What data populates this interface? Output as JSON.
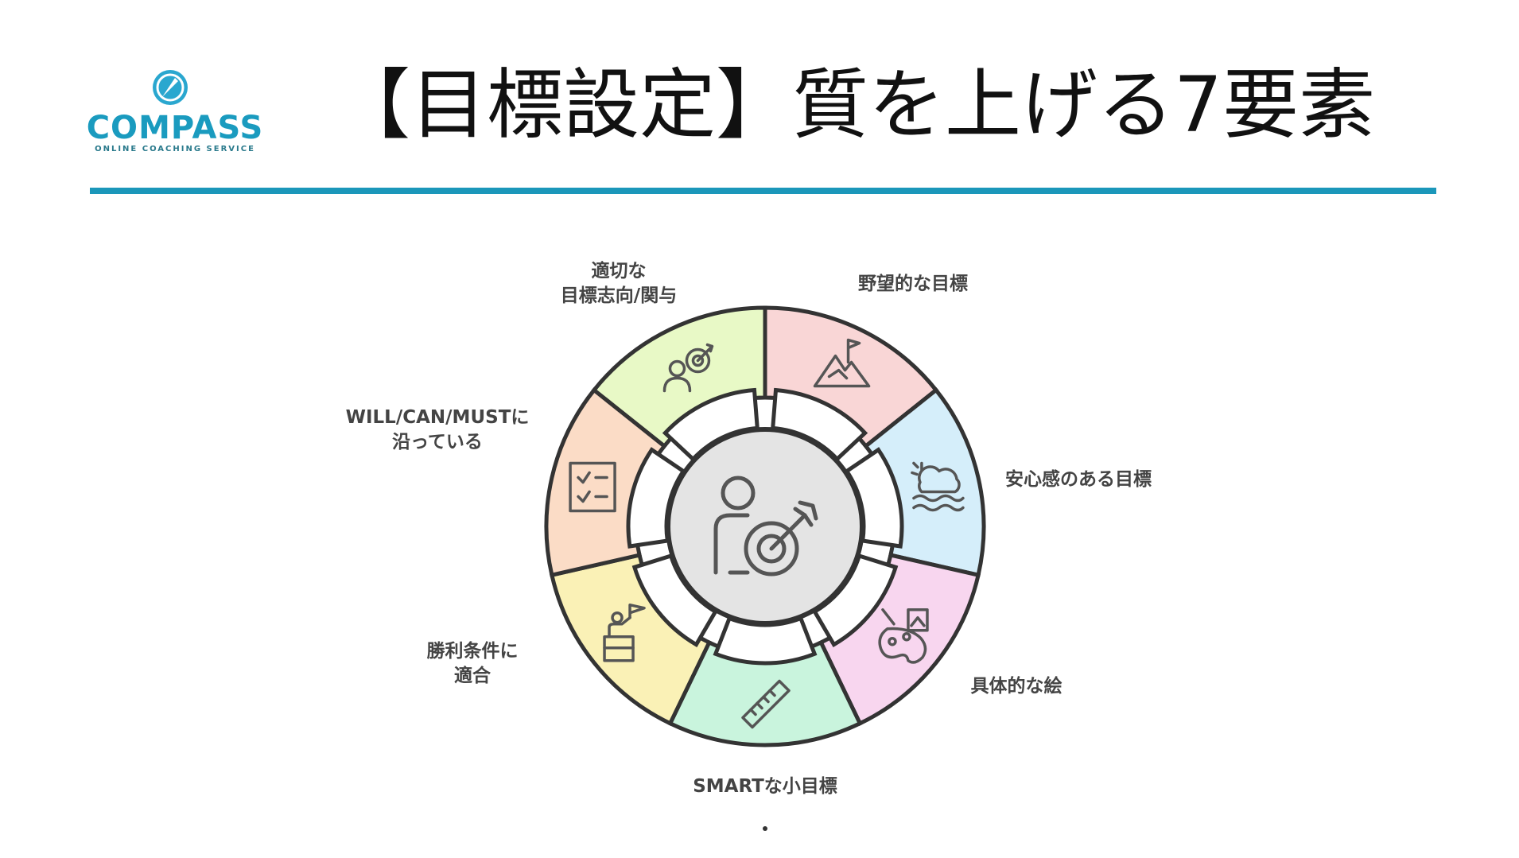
{
  "logo": {
    "word": "COMPASS",
    "tagline": "ONLINE COACHING SERVICE",
    "icon": "compass-icon",
    "color": "#1a9bbf"
  },
  "title": "【目標設定】質を上げる7要素",
  "accent_color": "#1b97ba",
  "center": {
    "icon": "person-target-icon"
  },
  "segments": [
    {
      "label": [
        "野望的な目標"
      ],
      "icon": "mountain-flag-icon",
      "color": "#f9d6d6"
    },
    {
      "label": [
        "安心感のある目標"
      ],
      "icon": "calm-weather-icon",
      "color": "#d5eefa"
    },
    {
      "label": [
        "具体的な絵"
      ],
      "icon": "paint-palette-icon",
      "color": "#f8d6ef"
    },
    {
      "label": [
        "SMARTな小目標"
      ],
      "icon": "ruler-icon",
      "color": "#c9f4dd"
    },
    {
      "label": [
        "勝利条件に",
        "適合"
      ],
      "icon": "podium-flag-icon",
      "color": "#faf1b6"
    },
    {
      "label": [
        "WILL/CAN/MUSTに",
        "沿っている"
      ],
      "icon": "checklist-icon",
      "color": "#fbdcc6"
    },
    {
      "label": [
        "適切な",
        "目標志向/関与"
      ],
      "icon": "person-target-small-icon",
      "color": "#e8f9c6"
    }
  ]
}
